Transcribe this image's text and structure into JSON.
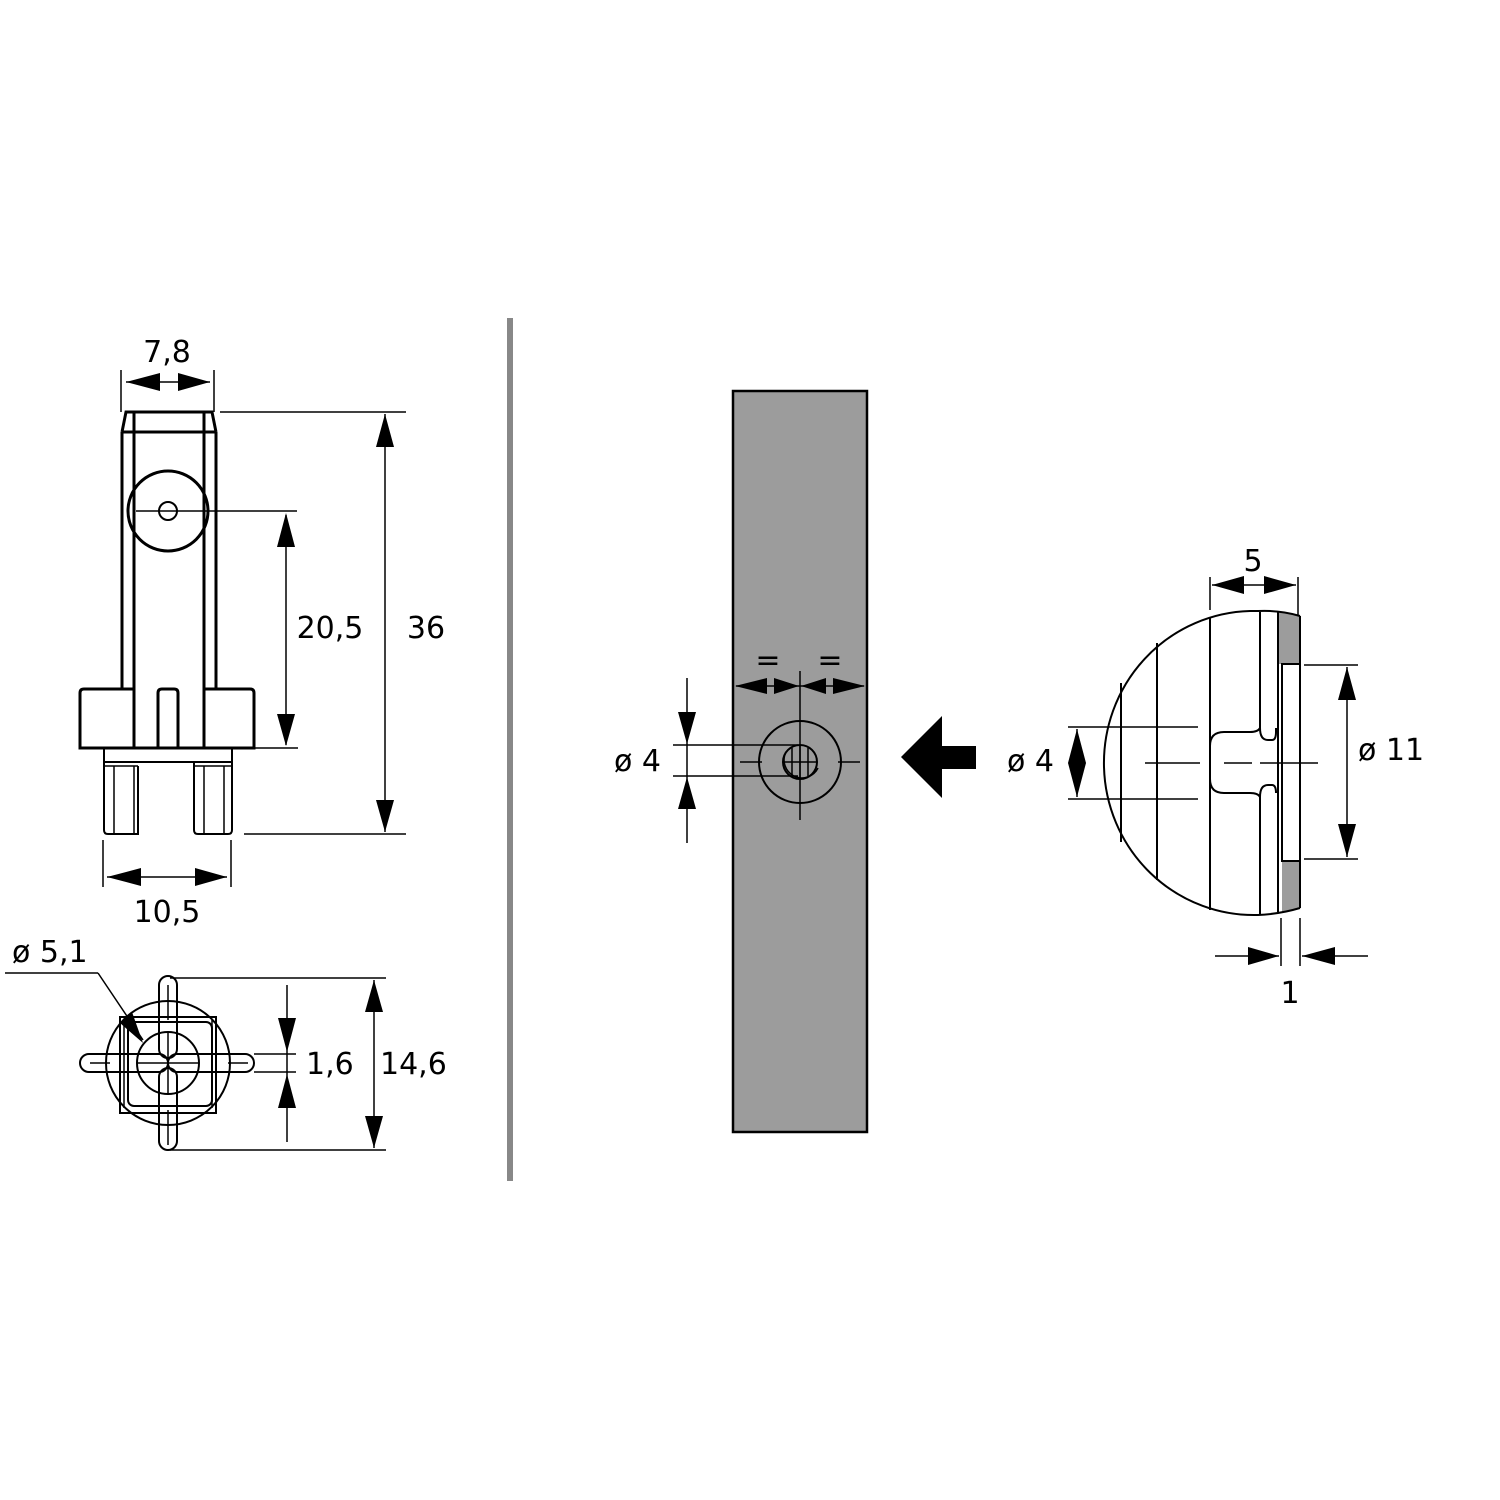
{
  "colors": {
    "background": "#ffffff",
    "line": "#000000",
    "panel_fill": "#9c9c9c",
    "divider": "#888888"
  },
  "left_view": {
    "width_label": "7,8",
    "hole_height_label": "20,5",
    "total_height_label": "36",
    "base_width_label": "10,5"
  },
  "bottom_view": {
    "diameter_label": "ø 5,1",
    "slot_width_label": "1,6",
    "overall_label": "14,6"
  },
  "panel_view": {
    "equal_left_label": "=",
    "equal_right_label": "=",
    "hole_diameter_label": "ø 4",
    "direction_icon": "arrow-left-icon"
  },
  "section_view": {
    "depth_label": "5",
    "hole_diameter_label": "ø 4",
    "recess_diameter_label": "ø 11",
    "recess_depth_label": "1"
  }
}
